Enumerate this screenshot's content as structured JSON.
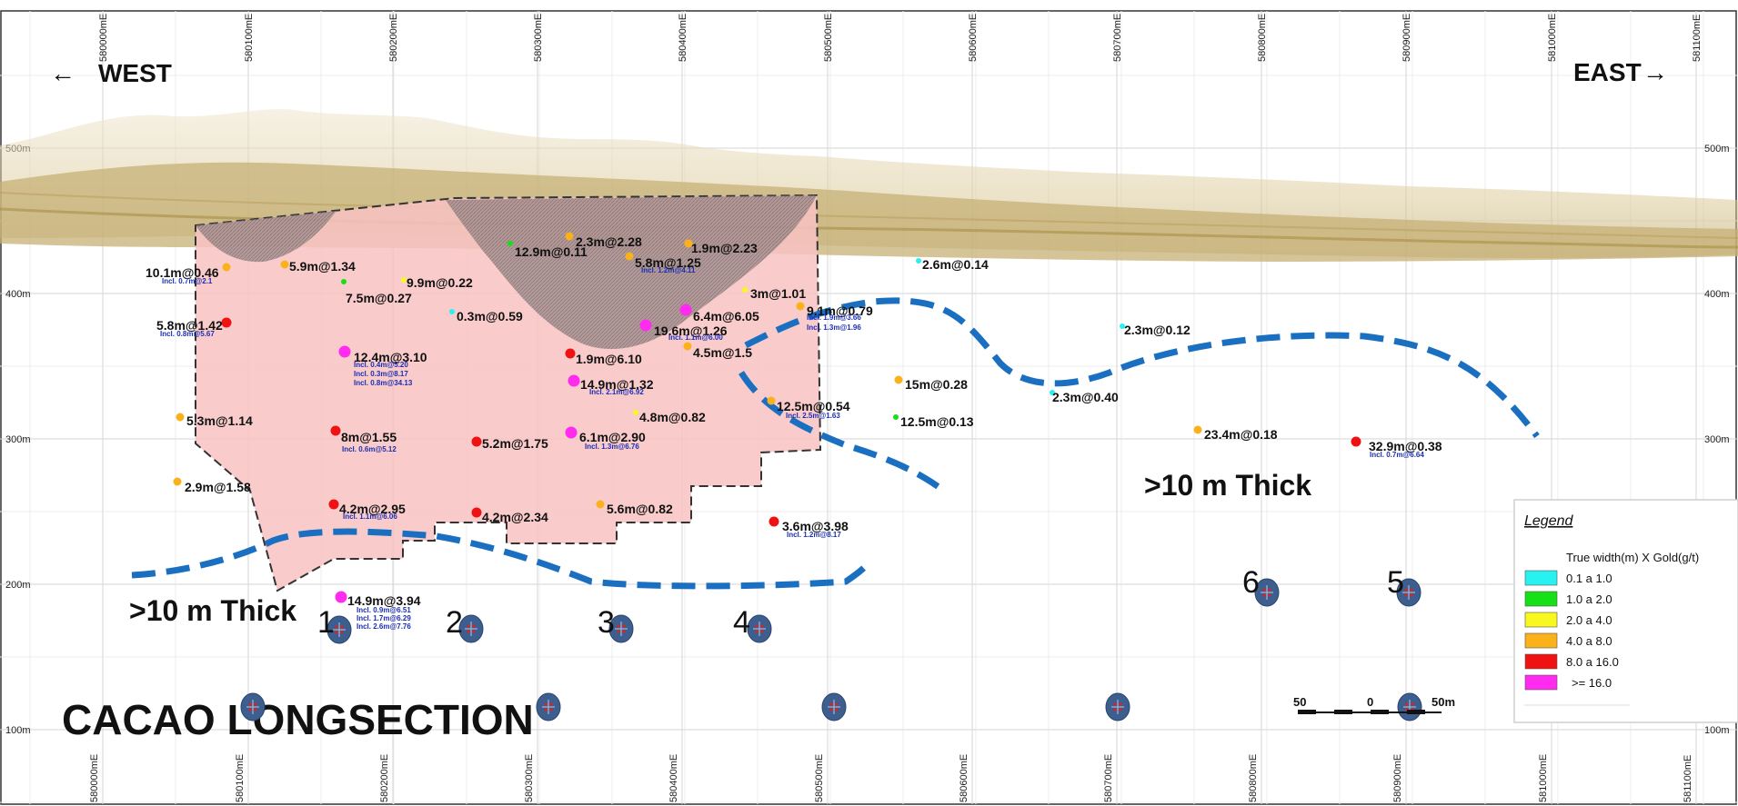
{
  "title": "CACAO LONGSECTION",
  "direction": {
    "west": "WEST",
    "east": "EAST"
  },
  "eastings": [
    "580000mE",
    "580100mE",
    "580200mE",
    "580300mE",
    "580400mE",
    "580500mE",
    "580600mE",
    "580700mE",
    "580800mE",
    "580900mE",
    "581000mE",
    "581100mE"
  ],
  "elevations": [
    "500m",
    "400m",
    "300m",
    "200m",
    "100m"
  ],
  "thickness_labels": [
    ">10 m Thick",
    ">10 m Thick"
  ],
  "hole_numbers": [
    "1",
    "2",
    "3",
    "4",
    "6",
    "5"
  ],
  "legend": {
    "title": "Legend",
    "subtitle": "True width(m) X Gold(g/t)",
    "items": [
      {
        "label": "0.1 a 1.0",
        "color": "#27f1f1"
      },
      {
        "label": "1.0 a 2.0",
        "color": "#16e016"
      },
      {
        "label": "2.0 a 4.0",
        "color": "#f8f820"
      },
      {
        "label": "4.0 a 8.0",
        "color": "#fbb11a"
      },
      {
        "label": "8.0 a 16.0",
        "color": "#ee1212"
      },
      {
        "label": ">= 16.0",
        "color": "#ff2cf0"
      }
    ]
  },
  "scale_bar": {
    "left": "50",
    "mid": "0",
    "right": "50m"
  },
  "intercepts": [
    {
      "label": "10.1m@0.46",
      "incl": "Incl. 0.7m@2.1",
      "cls": "4.0 a 8.0"
    },
    {
      "label": "5.9m@1.34",
      "incl": "",
      "cls": "4.0 a 8.0"
    },
    {
      "label": "7.5m@0.27",
      "incl": "",
      "cls": "1.0 a 2.0"
    },
    {
      "label": "9.9m@0.22",
      "incl": "",
      "cls": "2.0 a 4.0"
    },
    {
      "label": "12.9m@0.11",
      "incl": "",
      "cls": "1.0 a 2.0"
    },
    {
      "label": "2.3m@2.28",
      "incl": "",
      "cls": "4.0 a 8.0"
    },
    {
      "label": "5.8m@1.25",
      "incl": "Incl. 1.2m@4.11",
      "cls": "4.0 a 8.0"
    },
    {
      "label": "1.9m@2.23",
      "incl": "",
      "cls": "4.0 a 8.0"
    },
    {
      "label": "3m@1.01",
      "incl": "",
      "cls": "2.0 a 4.0"
    },
    {
      "label": "0.3m@0.59",
      "incl": "",
      "cls": "0.1 a 1.0"
    },
    {
      "label": "5.8m@1.42",
      "incl": "Incl. 0.8m@5.67",
      "cls": "8.0 a 16.0"
    },
    {
      "label": "6.4m@6.05",
      "incl": "",
      "cls": ">= 16.0"
    },
    {
      "label": "19.6m@1.26",
      "incl": "Incl. 1.1m@6.00",
      "cls": ">= 16.0"
    },
    {
      "label": "9.1m@0.79",
      "incl": "Incl. 1.9m@3.66",
      "incl2": "Incl. 1.3m@1.96",
      "cls": "4.0 a 8.0"
    },
    {
      "label": "4.5m@1.5",
      "incl": "",
      "cls": "4.0 a 8.0"
    },
    {
      "label": "12.4m@3.10",
      "incl": "Incl. 0.4m@5.20",
      "incl2": "Incl. 0.3m@8.17",
      "incl3": "Incl. 0.8m@34.13",
      "cls": ">= 16.0"
    },
    {
      "label": "1.9m@6.10",
      "incl": "",
      "cls": "8.0 a 16.0"
    },
    {
      "label": "14.9m@1.32",
      "incl": "Incl. 2.1m@6.92",
      "cls": ">= 16.0"
    },
    {
      "label": "12.5m@0.54",
      "incl": "Incl. 2.5m@1.63",
      "cls": "4.0 a 8.0"
    },
    {
      "label": "4.8m@0.82",
      "incl": "",
      "cls": "2.0 a 4.0"
    },
    {
      "label": "5.3m@1.14",
      "incl": "",
      "cls": "4.0 a 8.0"
    },
    {
      "label": "8m@1.55",
      "incl": "Incl. 0.6m@5.12",
      "cls": "8.0 a 16.0"
    },
    {
      "label": "5.2m@1.75",
      "incl": "",
      "cls": "8.0 a 16.0"
    },
    {
      "label": "6.1m@2.90",
      "incl": "Incl. 1.3m@6.76",
      "cls": ">= 16.0"
    },
    {
      "label": "2.9m@1.58",
      "incl": "",
      "cls": "4.0 a 8.0"
    },
    {
      "label": "4.2m@2.95",
      "incl": "Incl. 1.1m@6.06",
      "cls": "8.0 a 16.0"
    },
    {
      "label": "4.2m@2.34",
      "incl": "",
      "cls": "8.0 a 16.0"
    },
    {
      "label": "5.6m@0.82",
      "incl": "",
      "cls": "4.0 a 8.0"
    },
    {
      "label": "3.6m@3.98",
      "incl": "Incl. 1.2m@8.17",
      "cls": "8.0 a 16.0"
    },
    {
      "label": "14.9m@3.94",
      "incl": "Incl. 0.9m@6.51",
      "incl2": "Incl. 1.7m@6.29",
      "incl3": "Incl. 2.6m@7.76",
      "cls": ">= 16.0"
    },
    {
      "label": "2.6m@0.14",
      "incl": "",
      "cls": "0.1 a 1.0"
    },
    {
      "label": "15m@0.28",
      "incl": "",
      "cls": "4.0 a 8.0"
    },
    {
      "label": "12.5m@0.13",
      "incl": "",
      "cls": "1.0 a 2.0"
    },
    {
      "label": "2.3m@0.12",
      "incl": "",
      "cls": "0.1 a 1.0"
    },
    {
      "label": "2.3m@0.40",
      "incl": "",
      "cls": "0.1 a 1.0"
    },
    {
      "label": "23.4m@0.18",
      "incl": "",
      "cls": "4.0 a 8.0"
    },
    {
      "label": "32.9m@0.38",
      "incl": "Incl. 0.7m@6.64",
      "cls": "8.0 a 16.0"
    }
  ]
}
